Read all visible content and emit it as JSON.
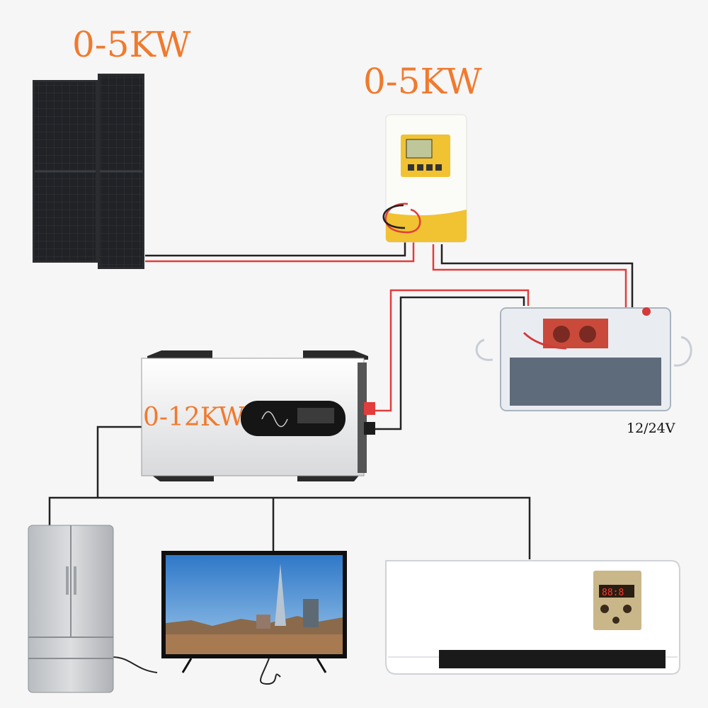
{
  "labels": {
    "panel_power": "0-5KW",
    "controller_power": "0-5KW",
    "inverter_power": "0-12KW",
    "battery_voltage": "12/24V"
  },
  "components": {
    "solar_panels": "solar-panel-icon",
    "charge_controller": "charge-controller-icon",
    "battery": "battery-icon",
    "inverter": "inverter-icon",
    "refrigerator": "refrigerator-icon",
    "television": "television-icon",
    "air_conditioner": "heater-icon"
  },
  "colors": {
    "label": "#f07a2e",
    "wire_positive": "#e23c3c",
    "wire_negative": "#222222",
    "panel": "#1d1f22",
    "controller_accent": "#f1c232"
  }
}
